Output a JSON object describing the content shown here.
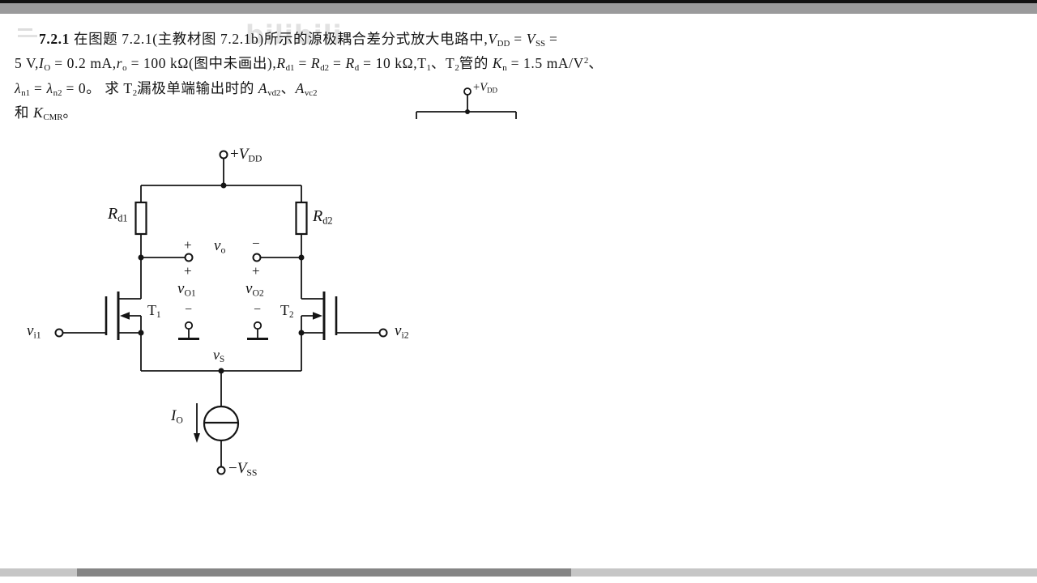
{
  "chrome": {
    "top_black_color": "#111111",
    "top_gray_color": "#9a9a9b",
    "progress_track_color": "#c6c6c6",
    "progress_handle_color": "#858585"
  },
  "watermark": {
    "text": "bilibili"
  },
  "problem": {
    "lines": [
      [
        [
          "b",
          "7.2.1"
        ],
        [
          "n",
          "  在图题 7.2.1(主教材图 7.2.1b)所示的源极耦合差分式放大电路中,"
        ],
        [
          "i",
          "V"
        ],
        [
          "s",
          "DD"
        ],
        [
          "n",
          " = "
        ],
        [
          "i",
          "V"
        ],
        [
          "s",
          "SS"
        ],
        [
          "n",
          " ="
        ]
      ],
      [
        [
          "n",
          "5 V,"
        ],
        [
          "i",
          "I"
        ],
        [
          "s",
          "O"
        ],
        [
          "n",
          " = 0.2 mA,"
        ],
        [
          "i",
          "r"
        ],
        [
          "s",
          "o"
        ],
        [
          "n",
          " = 100 kΩ(图中未画出),"
        ],
        [
          "i",
          "R"
        ],
        [
          "s",
          "d1"
        ],
        [
          "n",
          " = "
        ],
        [
          "i",
          "R"
        ],
        [
          "s",
          "d2"
        ],
        [
          "n",
          " = "
        ],
        [
          "i",
          "R"
        ],
        [
          "s",
          "d"
        ],
        [
          "n",
          " = 10 kΩ,T"
        ],
        [
          "s",
          "1"
        ],
        [
          "n",
          "、T"
        ],
        [
          "s",
          "2"
        ],
        [
          "n",
          "管的 "
        ],
        [
          "i",
          "K"
        ],
        [
          "s",
          "n"
        ],
        [
          "n",
          " = 1.5 mA/V"
        ],
        [
          "sup",
          "2"
        ],
        [
          "n",
          "、"
        ]
      ],
      [
        [
          "i",
          "λ"
        ],
        [
          "s",
          "n1"
        ],
        [
          "n",
          " = "
        ],
        [
          "i",
          "λ"
        ],
        [
          "s",
          "n2"
        ],
        [
          "n",
          " = 0。 求 T"
        ],
        [
          "s",
          "2"
        ],
        [
          "n",
          "漏极单端输出时的 "
        ],
        [
          "i",
          "A"
        ],
        [
          "s",
          "vd2"
        ],
        [
          "n",
          "、"
        ],
        [
          "i",
          "A"
        ],
        [
          "s",
          "vc2"
        ]
      ],
      [
        [
          "n",
          "和 "
        ],
        [
          "i",
          "K"
        ],
        [
          "s",
          "CMR"
        ],
        [
          "n",
          "。"
        ]
      ]
    ]
  },
  "circuit": {
    "labels": {
      "vdd_main": [
        [
          "n",
          "+"
        ],
        [
          "i",
          "V"
        ],
        [
          "s",
          "DD"
        ]
      ],
      "vdd_fragment": [
        [
          "n",
          "+"
        ],
        [
          "i",
          "V"
        ],
        [
          "s",
          "DD"
        ]
      ],
      "rd1": [
        [
          "i",
          "R"
        ],
        [
          "s",
          "d1"
        ]
      ],
      "rd2": [
        [
          "i",
          "R"
        ],
        [
          "s",
          "d2"
        ]
      ],
      "vo": [
        [
          "i",
          "v"
        ],
        [
          "s",
          "o"
        ]
      ],
      "vo1": [
        [
          "i",
          "v"
        ],
        [
          "s",
          "O1"
        ]
      ],
      "vo2": [
        [
          "i",
          "v"
        ],
        [
          "s",
          "O2"
        ]
      ],
      "plus": [
        [
          "n",
          "+"
        ]
      ],
      "minus": [
        [
          "n",
          "−"
        ]
      ],
      "t1": [
        [
          "n",
          "T"
        ],
        [
          "s",
          "1"
        ]
      ],
      "t2": [
        [
          "n",
          "T"
        ],
        [
          "s",
          "2"
        ]
      ],
      "vi1": [
        [
          "i",
          "v"
        ],
        [
          "s",
          "i1"
        ]
      ],
      "vi2": [
        [
          "i",
          "v"
        ],
        [
          "s",
          "i2"
        ]
      ],
      "vs": [
        [
          "i",
          "v"
        ],
        [
          "s",
          "S"
        ]
      ],
      "io": [
        [
          "i",
          "I"
        ],
        [
          "s",
          "O"
        ]
      ],
      "vss": [
        [
          "n",
          "−"
        ],
        [
          "i",
          "V"
        ],
        [
          "s",
          "SS"
        ]
      ]
    }
  }
}
